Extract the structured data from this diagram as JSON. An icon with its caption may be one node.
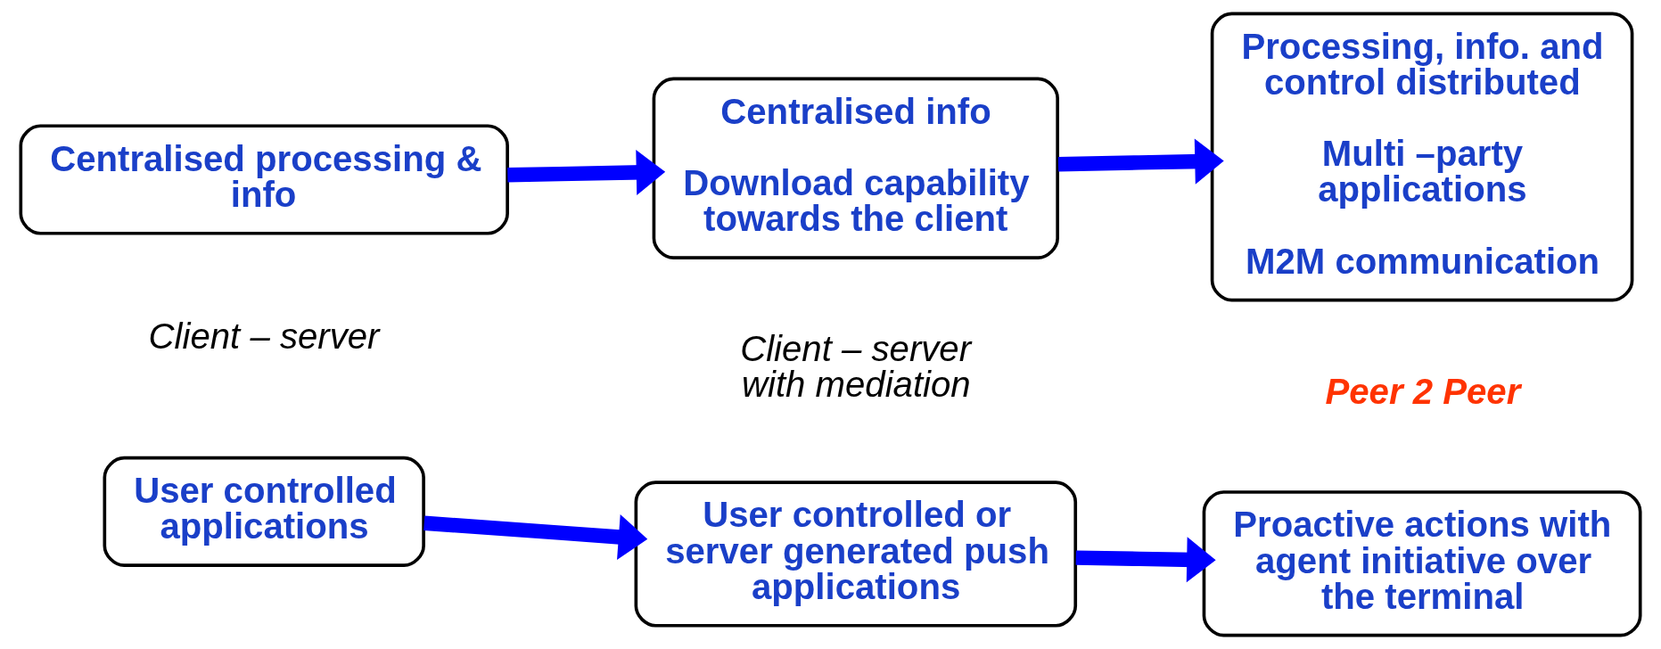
{
  "diagram": {
    "nodes": [
      {
        "text": [
          "Centralised processing & info"
        ],
        "beside": [
          "Client – server"
        ]
      },
      {
        "text": [
          "Centralised info",
          "Download capability towards the client"
        ],
        "beside": [
          "Client – server with mediation"
        ]
      },
      {
        "text": [
          "Processing, info. and control distributed",
          "Multi –party applications",
          "M2M communication"
        ],
        "beside": [
          "Peer 2 Peer"
        ]
      },
      {
        "text": [
          "User controlled applications"
        ]
      },
      {
        "text": [
          "User controlled or server generated push applications"
        ]
      },
      {
        "text": [
          "Proactive actions with agent initiative over the terminal"
        ]
      }
    ],
    "edges": [
      {
        "from": 0,
        "to": 1,
        "arrow": "to"
      },
      {
        "from": 1,
        "to": 2,
        "arrow": "to"
      },
      {
        "from": 3,
        "to": 4,
        "arrow": "to"
      },
      {
        "from": 4,
        "to": 5,
        "arrow": "to"
      }
    ]
  }
}
